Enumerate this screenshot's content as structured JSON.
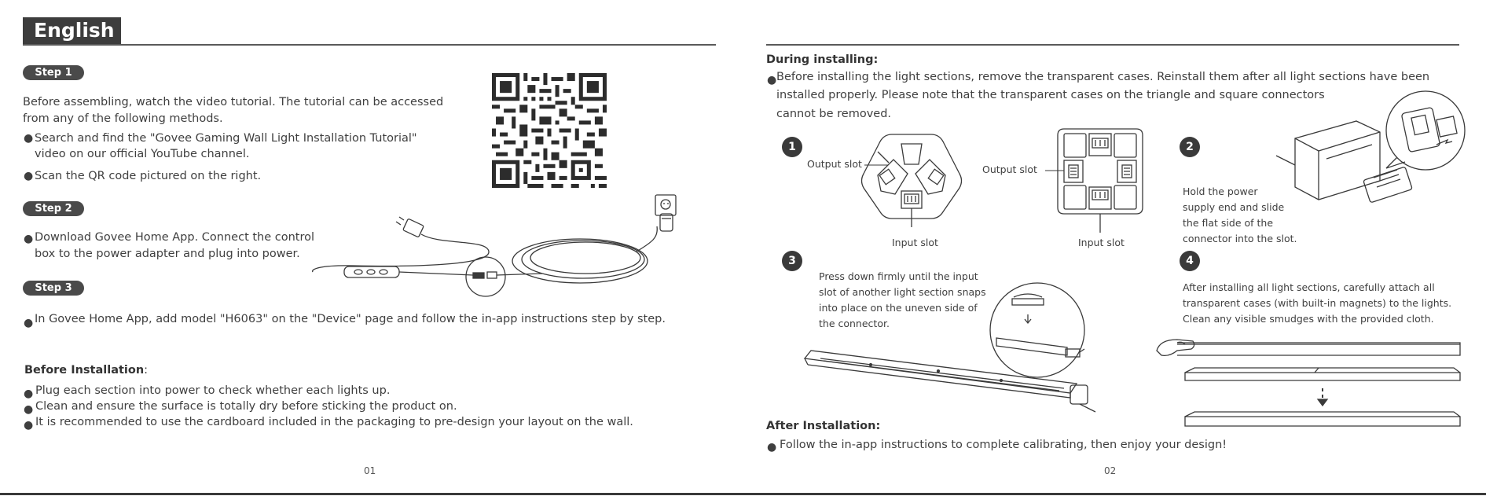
{
  "left": {
    "language": "English",
    "step1": {
      "label": "Step 1",
      "intro_line1": "Before assembling, watch the video tutorial. The tutorial can be accessed",
      "intro_line2": "from any of the following methods.",
      "bullet1_line1": "Search and find the \"Govee Gaming Wall Light Installation Tutorial\"",
      "bullet1_line2": "video on our official YouTube channel.",
      "bullet2": "Scan the QR code pictured on the right."
    },
    "step2": {
      "label": "Step 2",
      "bullet_line1": "Download Govee Home App. Connect the control",
      "bullet_line2": "box to the power adapter and plug into power."
    },
    "step3": {
      "label": "Step 3",
      "bullet": "In Govee Home App, add model \"H6063\" on the \"Device\" page and follow the in-app instructions step by step."
    },
    "before_installation": {
      "heading": "Before Installation",
      "colon": ":",
      "items": [
        "Plug each section into power to check whether each lights up.",
        "Clean and ensure the surface is totally dry before sticking the product on.",
        "It is recommended to use the cardboard included in the packaging to pre-design your layout on the wall."
      ]
    },
    "page_number": "01"
  },
  "right": {
    "during": {
      "heading": "During installing:",
      "line1": "Before installing the light sections, remove the transparent cases. Reinstall them after all light sections have been",
      "line2": "installed properly. Please note that the transparent cases on the triangle and square connectors",
      "line3": "cannot be removed."
    },
    "diagram1": {
      "number": "1",
      "tri_output": "Output slot",
      "tri_input": "Input slot",
      "sq_output": "Output slot",
      "sq_input": "Input slot"
    },
    "diagram2": {
      "number": "2",
      "lines": [
        "Hold the power",
        "supply end and slide",
        "the flat side of the",
        "connector into the slot."
      ]
    },
    "diagram3": {
      "number": "3",
      "lines": [
        "Press down firmly until the input",
        "slot of another light section snaps",
        "into place on the uneven side of",
        "the connector."
      ]
    },
    "diagram4": {
      "number": "4",
      "lines": [
        "After installing all light sections, carefully attach all",
        "transparent cases (with built-in magnets) to the lights.",
        "Clean any visible smudges with the provided cloth."
      ]
    },
    "after": {
      "heading": "After Installation:",
      "bullet": "Follow the in-app instructions to complete calibrating, then enjoy your design!"
    },
    "page_number": "02"
  },
  "colors": {
    "header_fill": "#3d3d3d",
    "text": "#3f3f3f",
    "line": "#5a5a5a"
  },
  "icons": [
    "qr-code-icon",
    "power-adapter-icon",
    "wall-outlet-icon",
    "control-box-icon",
    "hand-icon",
    "arrow-down-icon"
  ]
}
